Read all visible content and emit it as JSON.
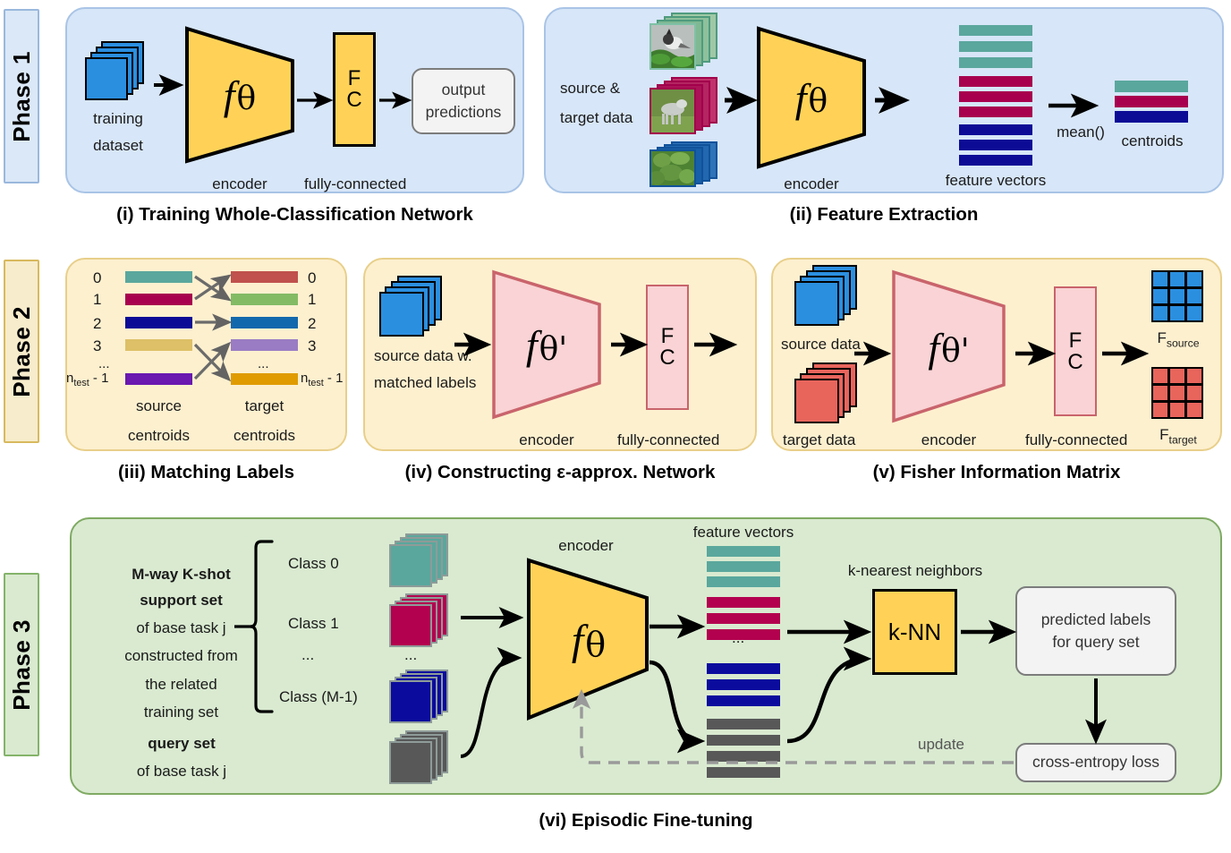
{
  "phases": [
    {
      "label": "Phase 1",
      "color": "#dbe8f7"
    },
    {
      "label": "Phase 2",
      "color": "#f7eccb"
    },
    {
      "label": "Phase 3",
      "color": "#d9ead0"
    }
  ],
  "captions": {
    "i": "(i) Training Whole-Classification Network",
    "ii": "(ii) Feature Extraction",
    "iii": "(iii) Matching Labels",
    "iv": "(iv) Constructing ε-approx. Network",
    "v": "(v) Fisher Information Matrix",
    "vi": "(vi) Episodic Fine-tuning"
  },
  "panel_i": {
    "input_line1": "training",
    "input_line2": "dataset",
    "encoder_symbol_f": "f",
    "encoder_symbol_theta": "θ",
    "encoder_label": "encoder",
    "fc_line1": "F",
    "fc_line2": "C",
    "fc_label": "fully-connected",
    "output_line1": "output",
    "output_line2": "predictions"
  },
  "panel_ii": {
    "input_line1": "source &",
    "input_line2": "target data",
    "encoder_symbol_f": "f",
    "encoder_symbol_theta": "θ",
    "encoder_label": "encoder",
    "features_label": "feature vectors",
    "mean_label": "mean()",
    "centroids_label": "centroids",
    "image_stack_names": [
      "bird-photo-stack",
      "dog-photo-stack",
      "broccoli-photo-stack"
    ],
    "feature_colors": [
      "#5aa79d",
      "#5aa79d",
      "#5aa79d",
      "#a8004e",
      "#a8004e",
      "#a8004e",
      "#0b0b96",
      "#0b0b96",
      "#0b0b96"
    ],
    "centroid_colors": [
      "#5aa79d",
      "#a8004e",
      "#0b0b96"
    ]
  },
  "panel_iii": {
    "source_label_line1": "source",
    "source_label_line2": "centroids",
    "target_label_line1": "target",
    "target_label_line2": "centroids",
    "source_indices": [
      "0",
      "1",
      "2",
      "3",
      "...",
      "n_test - 1"
    ],
    "target_indices": [
      "0",
      "1",
      "2",
      "3",
      "...",
      "n_test - 1"
    ],
    "n_test_base": "n",
    "n_test_sub": "test",
    "n_test_suffix": " - 1",
    "ellipsis": "...",
    "source_colors": [
      "#5aa79d",
      "#a8004e",
      "#0b0b96",
      "#ddc067",
      "#6a18b0"
    ],
    "target_colors": [
      "#c0514d",
      "#83bb65",
      "#1268ad",
      "#9a7cc4",
      "#e09b00"
    ],
    "matches": [
      [
        0,
        1
      ],
      [
        1,
        0
      ],
      [
        2,
        2
      ],
      [
        3,
        4
      ],
      [
        4,
        3
      ]
    ]
  },
  "panel_iv": {
    "input_line1": "source data w.",
    "input_line2": "matched labels",
    "encoder_symbol_f": "f",
    "encoder_symbol_theta": "θ'",
    "encoder_label": "encoder",
    "fc_line1": "F",
    "fc_line2": "C",
    "fc_label": "fully-connected"
  },
  "panel_v": {
    "source_label": "source data",
    "target_label": "target data",
    "encoder_symbol_f": "f",
    "encoder_symbol_theta": "θ'",
    "encoder_label": "encoder",
    "fc_line1": "F",
    "fc_line2": "C",
    "fc_label": "fully-connected",
    "f_source_base": "F",
    "f_source_sub": "source",
    "f_target_base": "F",
    "f_target_sub": "target",
    "source_color": "#2b8fe0",
    "target_color": "#e8655c"
  },
  "panel_vi": {
    "support_line1": "M-way K-shot",
    "support_line2": "support set",
    "support_line3": "of base task j",
    "support_line4": "constructed from",
    "support_line5": "the related",
    "support_line6": "training set",
    "classes": [
      "Class 0",
      "Class 1",
      "...",
      "Class (M-1)"
    ],
    "class_stack_ellipsis": "...",
    "query_line1": "query set",
    "query_line2": "of base task j",
    "encoder_label": "encoder",
    "encoder_symbol_f": "f",
    "encoder_symbol_theta": "θ",
    "features_label": "feature vectors",
    "features_ellipsis": "...",
    "knn_title": "k-nearest neighbors",
    "knn_box": "k-NN",
    "predicted_line1": "predicted labels",
    "predicted_line2": "for query set",
    "loss_label": "cross-entropy loss",
    "update_label": "update",
    "class_colors": [
      "#5aa79d",
      "#b3004f",
      "#0b0b9e",
      "#585858"
    ],
    "support_feature_colors": [
      "#5aa79d",
      "#5aa79d",
      "#5aa79d",
      "#b3004f",
      "#b3004f",
      "#b3004f",
      "#0b0b9e",
      "#0b0b9e",
      "#0b0b9e"
    ],
    "query_feature_colors": [
      "#585858",
      "#585858",
      "#585858",
      "#585858"
    ]
  },
  "theme": {
    "yellow": "#ffd257",
    "pink": "#f9d3d5",
    "pink_border": "#c9646c",
    "blue_panel": "#d7e6f8",
    "yellow_panel": "#fdf0cf",
    "green_panel": "#d9ead0",
    "blue_card": "#2b8fe0",
    "red_card": "#e8655c"
  }
}
